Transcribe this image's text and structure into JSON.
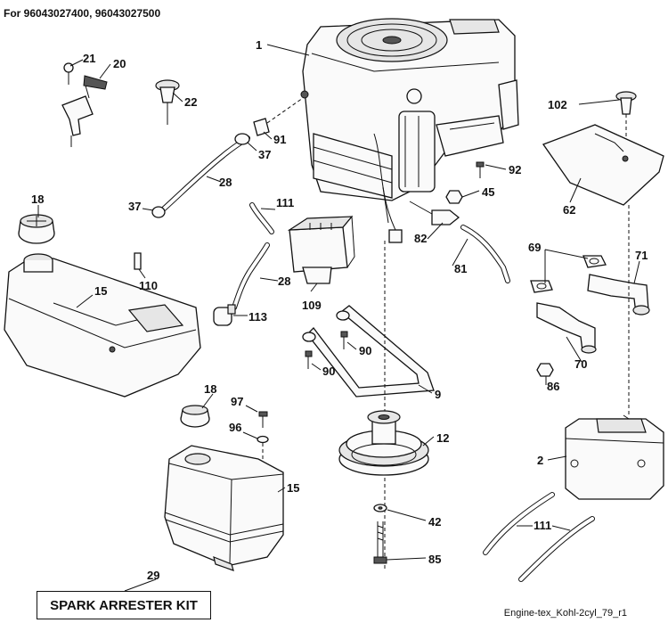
{
  "header": "For 96043027400, 96043027500",
  "footer_ref": "Engine-tex_Kohl-2cyl_79_r1",
  "kit_box_label": "SPARK ARRESTER KIT",
  "callouts": {
    "c1": "1",
    "c2": "2",
    "c9": "9",
    "c12": "12",
    "c15a": "15",
    "c15b": "15",
    "c18a": "18",
    "c18b": "18",
    "c20": "20",
    "c21": "21",
    "c22": "22",
    "c28a": "28",
    "c28b": "28",
    "c29": "29",
    "c37a": "37",
    "c37b": "37",
    "c42": "42",
    "c45": "45",
    "c62": "62",
    "c69": "69",
    "c70": "70",
    "c71": "71",
    "c81": "81",
    "c82": "82",
    "c85": "85",
    "c86": "86",
    "c90a": "90",
    "c90b": "90",
    "c91": "91",
    "c92": "92",
    "c96": "96",
    "c97": "97",
    "c102": "102",
    "c109": "109",
    "c110": "110",
    "c111a": "111",
    "c111b": "111",
    "c113": "113"
  }
}
